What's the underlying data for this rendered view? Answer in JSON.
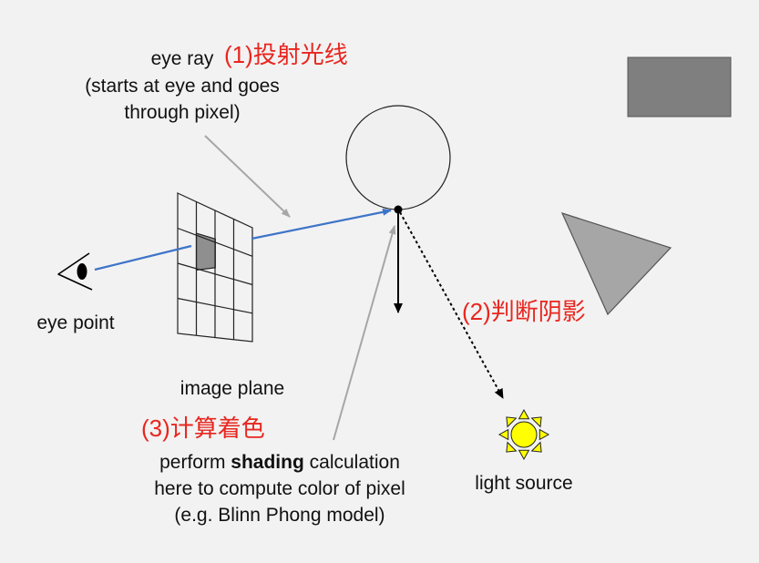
{
  "labels": {
    "eye_ray": "eye ray",
    "eye_ray_cn": "(1)投射光线",
    "eye_ray_desc_1": "(starts at eye and goes",
    "eye_ray_desc_2": "through pixel)",
    "eye_point": "eye point",
    "image_plane": "image plane",
    "shadow_cn": "(2)判断阴影",
    "shading_cn": "(3)计算着色",
    "shading_pre": "perform ",
    "shading_bold": "shading",
    "shading_post": " calculation",
    "shading_line_2": "here to compute color of pixel",
    "shading_line_3": "(e.g. Blinn Phong model)",
    "light_source": "light source"
  },
  "colors": {
    "background": "#f2f2f2",
    "annotation_red": "#e8261f",
    "eye_ray_blue": "#3e74c8",
    "pointer_gray": "#a6a6a6",
    "sphere_fill": "#f0f0f0",
    "box_fill": "#7f7f7f",
    "triangle_fill": "#a6a6a6",
    "sun_fill": "#ffff00"
  },
  "icons": [
    "eye-icon",
    "sun-icon"
  ]
}
